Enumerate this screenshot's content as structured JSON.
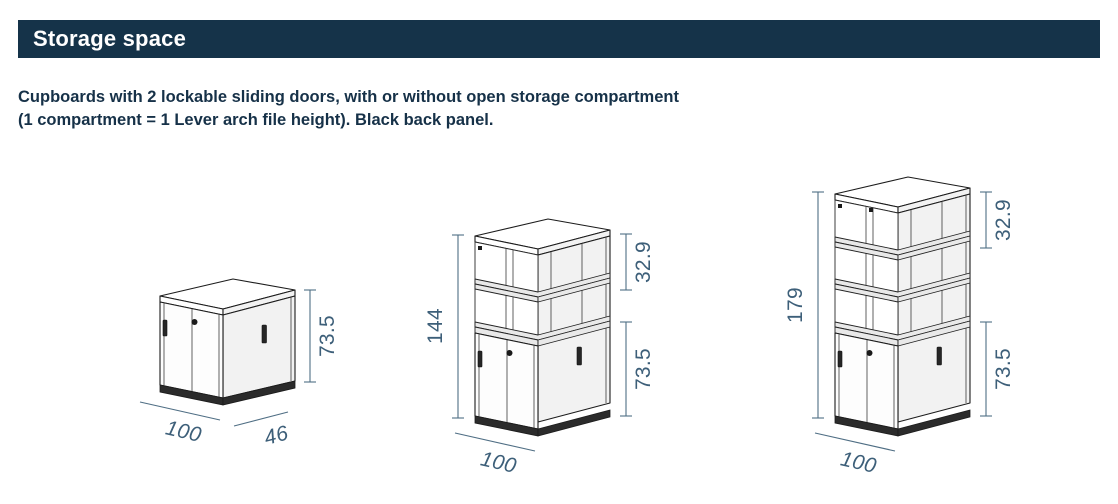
{
  "header": {
    "title": "Storage space",
    "bar_color": "#153349",
    "title_color": "#ffffff"
  },
  "intro": {
    "text": "Cupboards with 2 lockable sliding doors, with or without open storage compartment\n(1 compartment = 1 Lever arch file height). Black back panel.",
    "color": "#163148"
  },
  "dimension_style": {
    "line_color": "#4f6e84",
    "text_color": "#3d5f79"
  },
  "figures": [
    {
      "id": "cupboard-2-door",
      "name": "cupboard-low-2-door",
      "open_compartments": 0,
      "dims": {
        "width": "100",
        "depth": "46",
        "door_height": "73.5"
      }
    },
    {
      "id": "cupboard-144",
      "name": "cupboard-medium-with-open-storage",
      "open_compartments": 2,
      "dims": {
        "width": "100",
        "total_height": "144",
        "open_height": "32.9",
        "door_height": "73.5"
      }
    },
    {
      "id": "cupboard-179",
      "name": "cupboard-tall-with-open-storage",
      "open_compartments": 3,
      "dims": {
        "width": "100",
        "total_height": "179",
        "open_height": "32.9",
        "door_height": "73.5"
      }
    }
  ]
}
